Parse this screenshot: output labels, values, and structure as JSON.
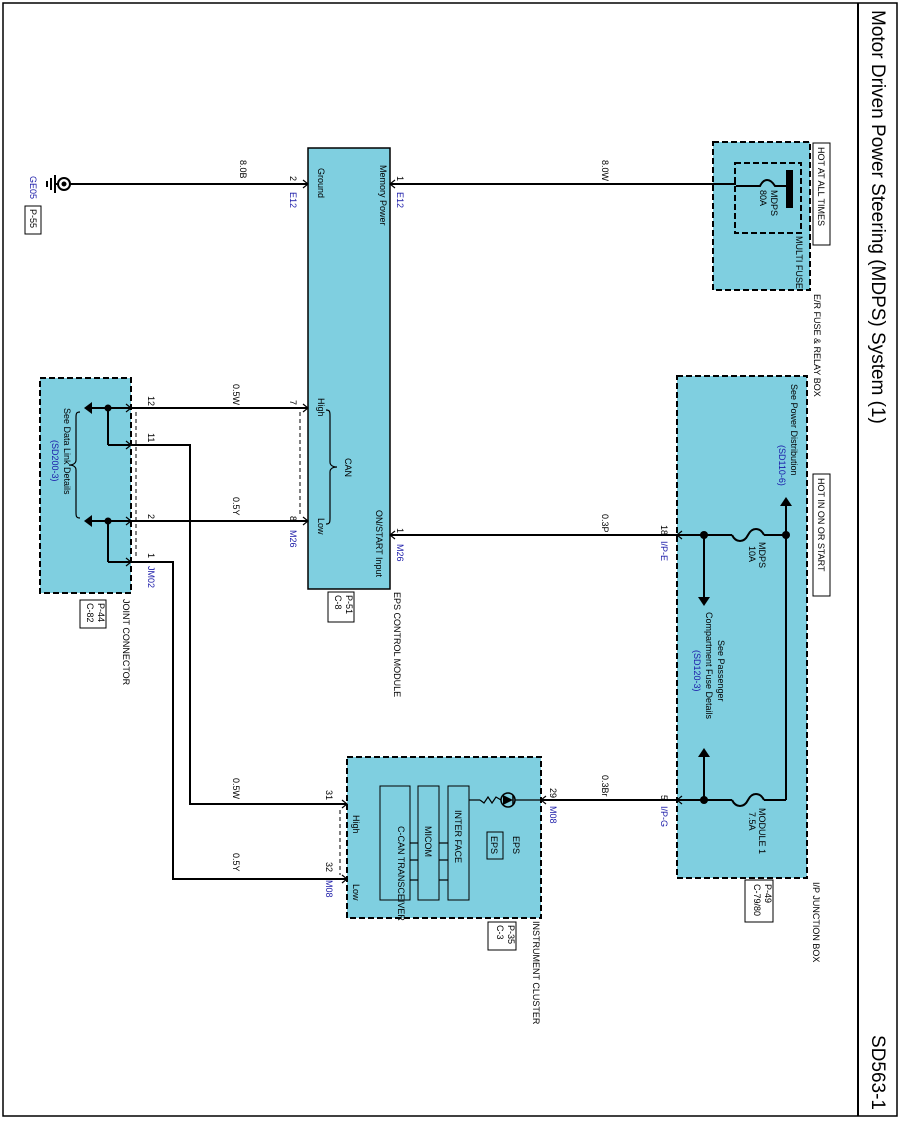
{
  "header": {
    "title": "Motor Driven Power Steering (MDPS) System (1)",
    "page_code": "SD563-1"
  },
  "ground": {
    "connector": "GE05",
    "ref": "P-55"
  },
  "er_box": {
    "label": "E/R FUSE & RELAY BOX",
    "hot_label": "HOT AT ALL TIMES",
    "fuse_name": "MDPS",
    "fuse_rating": "80A",
    "fuse_type": "MULTI FUSE"
  },
  "ip_box": {
    "label": "I/P JUNCTION BOX",
    "ref1": "P-49",
    "ref2": "C-79/80",
    "hot_label": "HOT IN ON OR START",
    "power_note": "See Power Distribution",
    "power_ref": "(SD110-6)",
    "fuse1_name": "MDPS",
    "fuse1_rating": "10A",
    "fuse2_name": "MODULE 1",
    "fuse2_rating": "7.5A",
    "pass_note1": "See Passenger",
    "pass_note2": "Compartment Fuse Details",
    "pass_ref": "(SD120-3)",
    "pin_ipe": "18",
    "conn_ipe": "I/P-E",
    "pin_ipg": "5",
    "conn_ipg": "I/P-G"
  },
  "eps_module": {
    "label": "EPS CONTROL MODULE",
    "ref1": "P-51",
    "ref2": "C-8",
    "ground_label": "Ground",
    "mem_label": "Memory Power",
    "on_label": "ON/START Input",
    "high_label": "High",
    "low_label": "Low",
    "can_label": "CAN",
    "pin_ground": "2",
    "pin_mem": "1",
    "pin_on": "1",
    "pin_high": "7",
    "pin_low": "8",
    "conn_e12": "E12",
    "conn_m26": "M26"
  },
  "joint": {
    "label": "JOINT CONNECTOR",
    "ref1": "P-44",
    "ref2": "C-82",
    "note": "See Data Link Details",
    "ref": "(SD200-3)",
    "pin12": "12",
    "pin11": "11",
    "pin2": "2",
    "pin1": "1",
    "conn": "JM02"
  },
  "cluster": {
    "label": "INSTRUMENT CLUSTER",
    "ref1": "P-35",
    "ref2": "C-3",
    "interface": "INTER FACE",
    "micom": "MICOM",
    "transceiver": "C-CAN TRANSCEIVER",
    "lamp_label": "EPS",
    "lamp_text": "EPS",
    "high_label": "High",
    "low_label": "Low",
    "pin29": "29",
    "pin31": "31",
    "pin32": "32",
    "conn": "M08"
  },
  "wires": {
    "ground": "8.0B",
    "power": "8.0W",
    "can_high": "0.5W",
    "can_low": "0.5Y",
    "ign": "0.3P",
    "cluster_pwr": "0.3Br",
    "cl_high": "0.5W",
    "cl_low": "0.5Y"
  }
}
